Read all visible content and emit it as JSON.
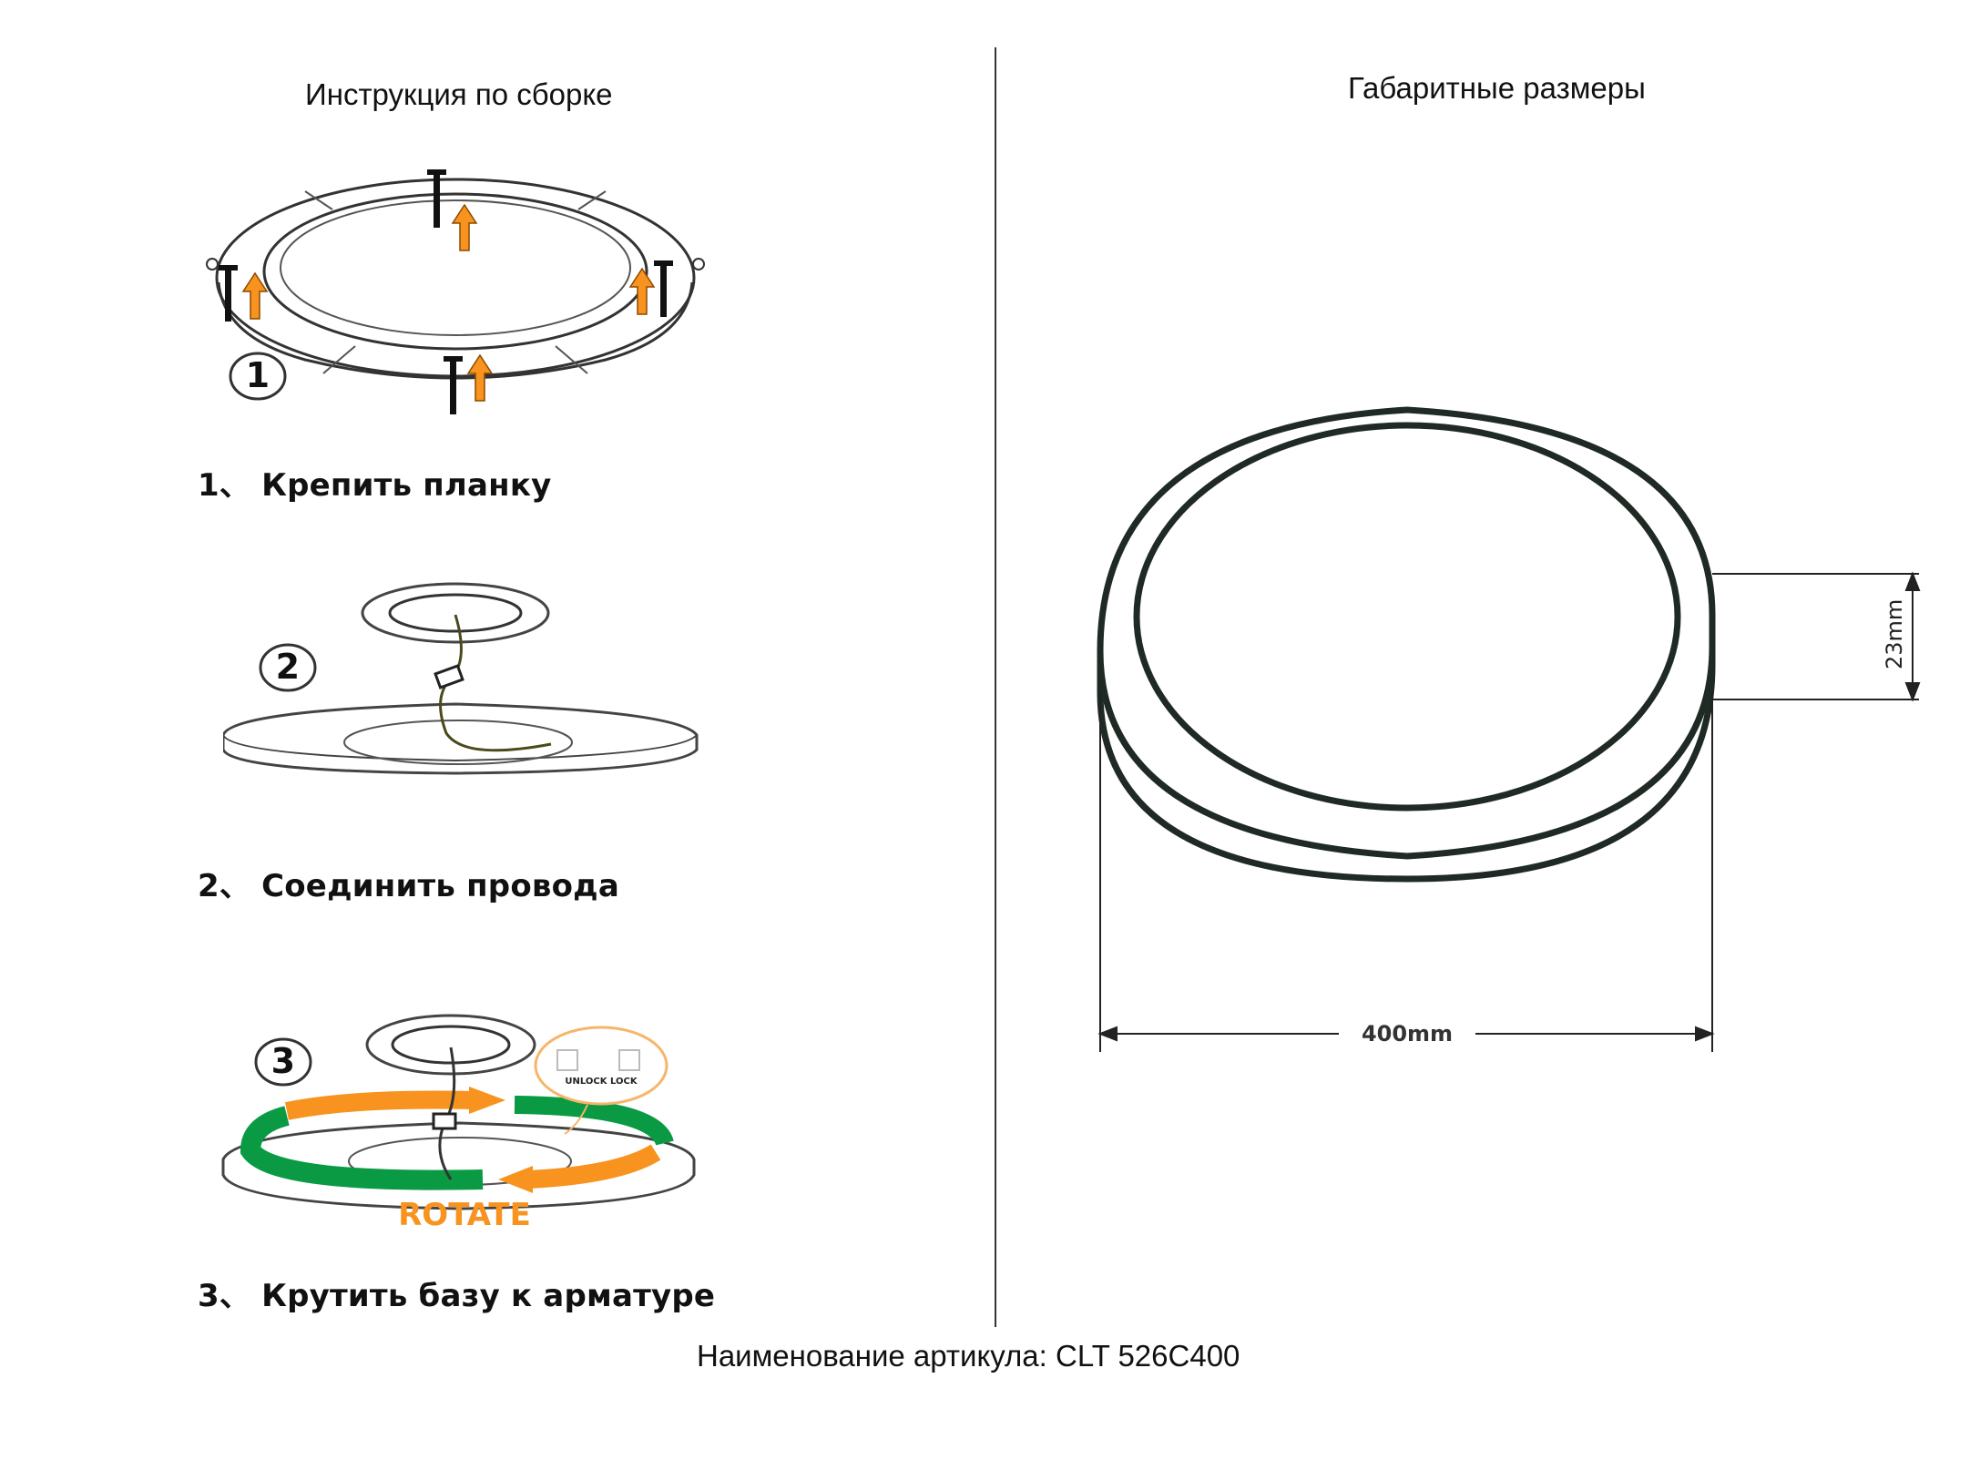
{
  "left": {
    "title": "Инструкция по сборке",
    "steps": [
      {
        "badge": "1",
        "caption": "1、 Крепить планку"
      },
      {
        "badge": "2",
        "caption": "2、 Соединить провода"
      },
      {
        "badge": "3",
        "caption": "3、 Крутить базу к арматуре",
        "rotate_label": "ROTATE",
        "lock_label": "UNLOCK  LOCK"
      }
    ]
  },
  "right": {
    "title": "Габаритные размеры",
    "height_dim": "23mm",
    "width_dim": "400mm"
  },
  "footer": "Наименование артикула: CLT 526C400",
  "colors": {
    "arrow_orange": "#f7931e",
    "arrow_green": "#0a9a44",
    "ring_dark": "#1f2a24",
    "line": "#222222"
  }
}
